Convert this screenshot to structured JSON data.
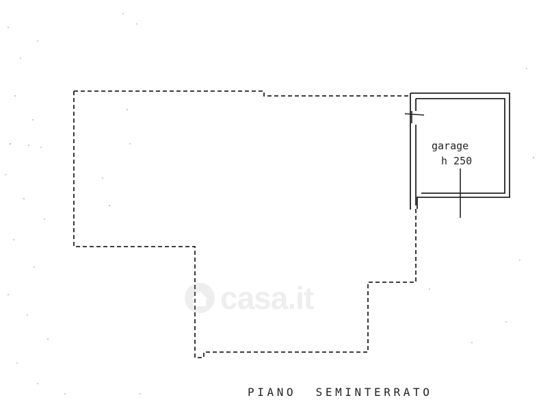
{
  "plan": {
    "rooms": [
      {
        "name": "garage",
        "height_label": "h 250"
      }
    ],
    "caption": "PIANO  SEMINTERRATO"
  },
  "watermark": {
    "text": "casa.it",
    "icon": "house-logo-icon"
  },
  "colors": {
    "ink": "#222222",
    "paper": "#ffffff",
    "watermark": "#9a9a9a"
  }
}
